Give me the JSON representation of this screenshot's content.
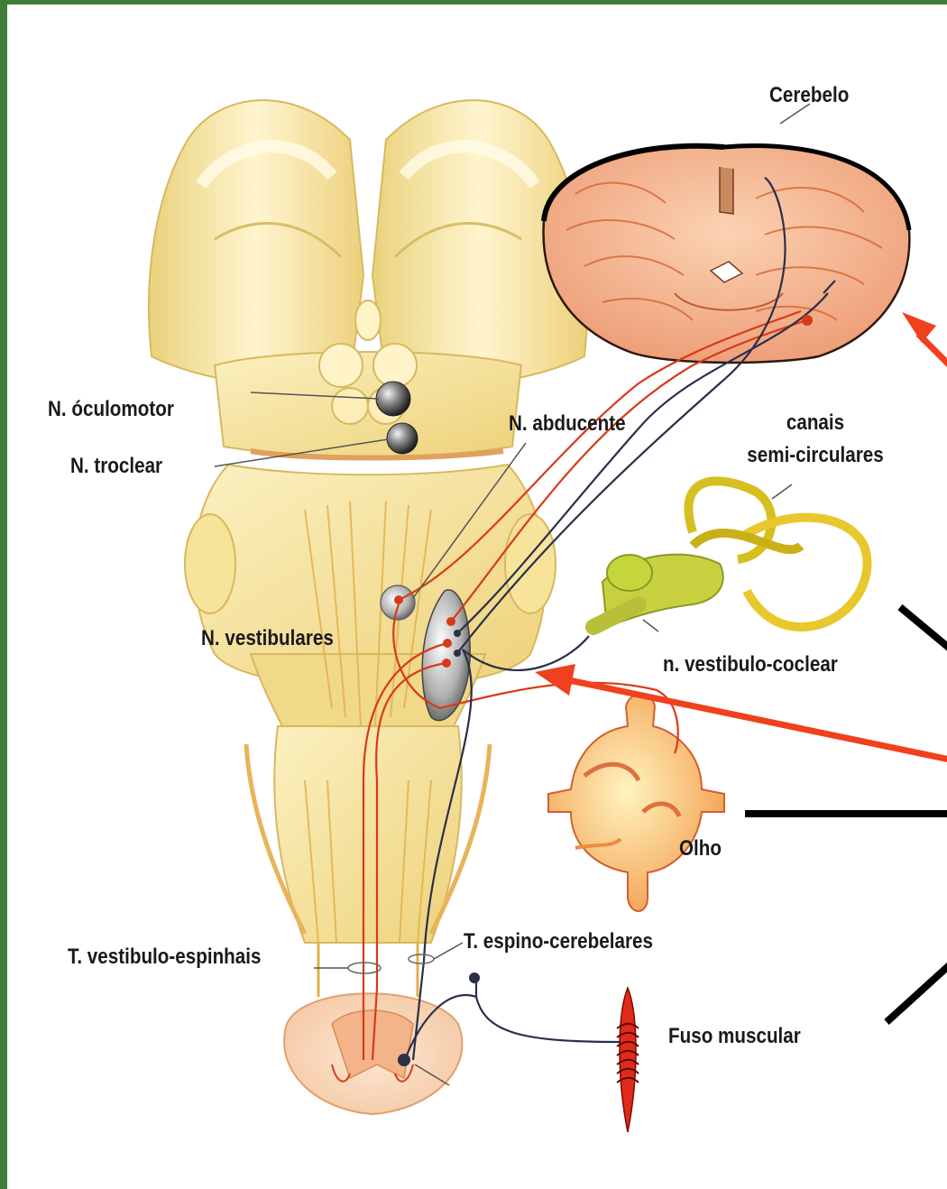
{
  "figure": {
    "labels": {
      "cerebelo": "Cerebelo",
      "oculomotor": "N. óculomotor",
      "troclear": "N. troclear",
      "abducente": "N. abducente",
      "canais_line1": "canais",
      "canais_line2": "semi-circulares",
      "vestibulares": "N. vestibulares",
      "vestibulo_coclear": "n. vestibulo-coclear",
      "olho": "Olho",
      "vestibulo_espinhais": "T. vestibulo-espinhais",
      "espino_cerebelares": "T. espino-cerebelares",
      "fuso_muscular": "Fuso muscular"
    }
  },
  "colors": {
    "frame": "#3f7d3a",
    "brainstem": "#f3dc80",
    "brainstem_light": "#fbeeb4",
    "cerebellum": "#f3b48a",
    "cerebellum_dark": "#d86a3a",
    "red_pathway": "#d83a1a",
    "navy_pathway": "#2a2f4a",
    "pointer_red": "#f0401e",
    "pointer_black": "#000000"
  }
}
